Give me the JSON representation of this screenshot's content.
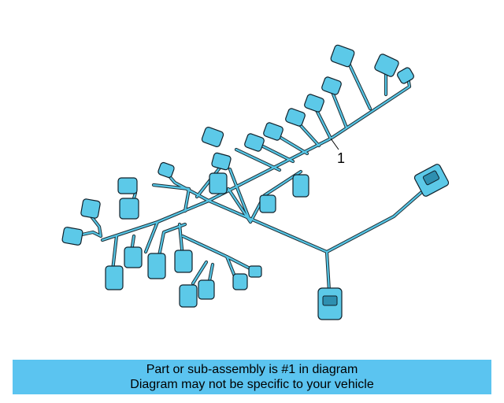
{
  "diagram": {
    "callout_number": "1"
  },
  "banner": {
    "line1": "Part or sub-assembly is #1 in diagram",
    "line2": "Diagram may not be specific to your vehicle",
    "background": "#5bc4f0"
  },
  "colors": {
    "harness": "#56c6e6",
    "outline": "#1e2f36"
  }
}
